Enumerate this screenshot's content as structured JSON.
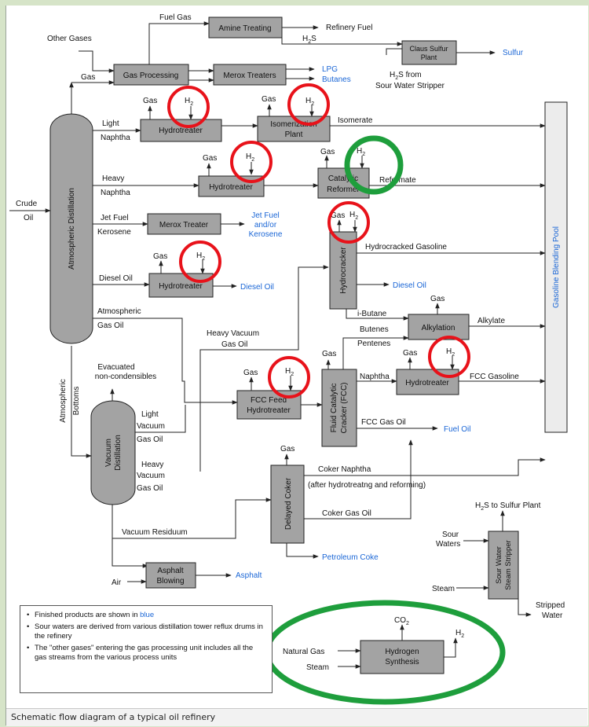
{
  "caption": "Schematic flow diagram of a typical oil refinery",
  "colors": {
    "product_blue": "#1a66d6",
    "unit_grey": "#a3a3a3",
    "highlight_red": "#e8121a",
    "highlight_green": "#1e9e3c"
  },
  "units": {
    "atmospheric": "Atmospheric Distillation",
    "vacuum": [
      "Vacuum",
      "Distillation"
    ],
    "amine": "Amine Treating",
    "gas_processing": "Gas Processing",
    "merox1": "Merox Treaters",
    "claus": [
      "Claus Sulfur",
      "Plant"
    ],
    "hydrotreater": "Hydrotreater",
    "isomerization": [
      "Isomerization",
      "Plant"
    ],
    "catalytic_reformer": [
      "Catalytic",
      "Reformer"
    ],
    "merox2": "Merox Treater",
    "hydrocracker": "Hydrocracker",
    "alkylation": "Alkylation",
    "fcc_feed": [
      "FCC Feed",
      "Hydrotreater"
    ],
    "fcc": [
      "Fluid Catalytic",
      "Cracker (FCC)"
    ],
    "delayed_coker": "Delayed Coker",
    "asphalt": [
      "Asphalt",
      "Blowing"
    ],
    "sour_water": [
      "Sour Water",
      "Steam Stripper"
    ],
    "hydrogen": [
      "Hydrogen",
      "Synthesis"
    ],
    "blending_pool": "Gasoline Blending Pool"
  },
  "labels": {
    "fuel_gas": "Fuel  Gas",
    "other_gases": "Other Gases",
    "gas": "Gas",
    "h2s": "H",
    "h2s_sub": "2",
    "h2s_tail": "S",
    "h2s_from": "H",
    "h2s_from_tail": "S from",
    "sour_water_stripper": "Sour Water Stripper",
    "refinery_fuel": "Refinery Fuel",
    "sulfur": "Sulfur",
    "lpg": "LPG",
    "butanes": "Butanes",
    "h2": "H",
    "sub2": "2",
    "light": "Light",
    "naphtha": "Naphtha",
    "isomerate": "Isomerate",
    "heavy": "Heavy",
    "reformate": "Reformate",
    "crude": "Crude",
    "oil": "Oil",
    "jet_fuel": "Jet Fuel",
    "kerosene": "Kerosene",
    "jet_out": [
      "Jet Fuel",
      "and/or",
      "Kerosene"
    ],
    "hydrocracked_gasoline": "Hydrocracked Gasoline",
    "diesel_oil": "Diesel Oil",
    "atmospheric_gas_oil": [
      "Atmospheric",
      "Gas Oil"
    ],
    "i_butane": "i-Butane",
    "butenes": "Butenes",
    "pentenes": "Pentenes",
    "alkylate": "Alkylate",
    "heavy_vacuum_gas_oil": [
      "Heavy Vacuum",
      "Gas Oil"
    ],
    "evacuated": [
      "Evacuated",
      "non-condensibles"
    ],
    "fcc_gasoline": "FCC Gasoline",
    "atmospheric_bottoms": [
      "Atmospheric",
      "Bottoms"
    ],
    "light_vacuum_gas_oil": [
      "Light",
      "Vacuum",
      "Gas Oil"
    ],
    "heavy_vacuum_gas_oil2": [
      "Heavy",
      "Vacuum",
      "Gas Oil"
    ],
    "fcc_gas_oil": "FCC Gas Oil",
    "fuel_oil": "Fuel Oil",
    "coker_naphtha": "Coker Naphtha",
    "after_hydrotreating": "(after hydrotreatng and reforming)",
    "coker_gas_oil": "Coker Gas Oil",
    "vacuum_residuum": "Vacuum Residuum",
    "petroleum_coke": "Petroleum Coke",
    "h2s_sulfur_plant": "S to Sulfur Plant",
    "sour_waters": [
      "Sour",
      "Waters"
    ],
    "air": "Air",
    "asphalt_out": "Asphalt",
    "steam": "Steam",
    "stripped_water": [
      "Stripped",
      "Water"
    ],
    "natural_gas": "Natural Gas",
    "co": "CO"
  },
  "legend": {
    "item1_pre": "Finished products are shown in ",
    "item1_blue": "blue",
    "item2": "Sour waters are derived from various distillation tower reflux drums in the refinery",
    "item3": "The \"other gases\" entering the gas processing unit includes all the gas streams from the various process units"
  }
}
